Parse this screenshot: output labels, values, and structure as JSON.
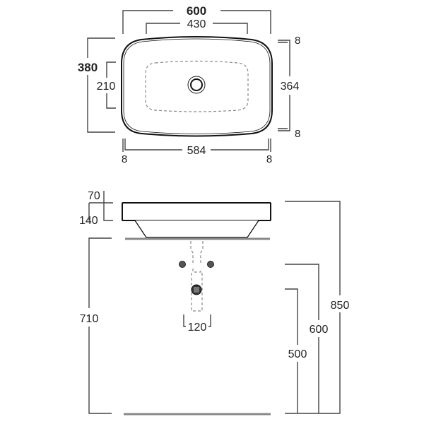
{
  "top_view": {
    "overall_width": "600",
    "bowl_width": "430",
    "overall_depth": "380",
    "bowl_depth": "210",
    "inner_depth": "364",
    "inner_width": "584",
    "rim_top": "8",
    "rim_bottom": "8",
    "rim_left": "8",
    "rim_right": "8"
  },
  "side_view": {
    "rim_height": "70",
    "total_height": "140",
    "counter_height": "710",
    "pipe_spacing": "120",
    "overall_height": "850",
    "supply_height": "600",
    "waste_height": "500"
  }
}
